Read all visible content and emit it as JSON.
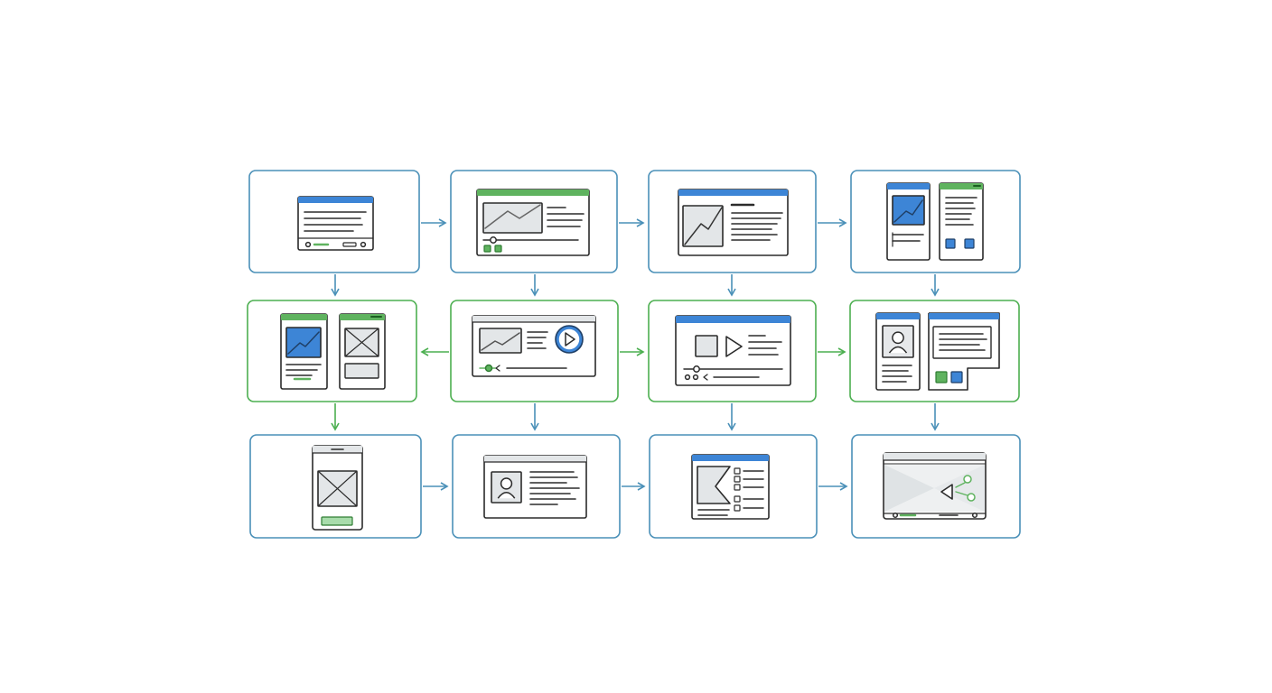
{
  "colors": {
    "blue_frame": "#4a90b8",
    "green_frame": "#4caf50",
    "arrow_blue": "#4a90b8",
    "arrow_green": "#4caf50",
    "wire_stroke": "#2b2b2b",
    "accent_blue": "#3d85d6",
    "accent_green": "#5fb35f",
    "placeholder_fill": "#e3e6e8",
    "light_green": "#a8dcab"
  },
  "screens": [
    {
      "id": "screen-1",
      "kind": "text-panel",
      "frame": "blue"
    },
    {
      "id": "screen-2",
      "kind": "chart-slider",
      "frame": "blue"
    },
    {
      "id": "screen-3",
      "kind": "chart-text",
      "frame": "blue"
    },
    {
      "id": "screen-4",
      "kind": "two-mobile-chart",
      "frame": "blue"
    },
    {
      "id": "screen-5",
      "kind": "two-mobile-image",
      "frame": "green"
    },
    {
      "id": "screen-6",
      "kind": "video-player",
      "frame": "green"
    },
    {
      "id": "screen-7",
      "kind": "media-controls",
      "frame": "green"
    },
    {
      "id": "screen-8",
      "kind": "profile-dashboard",
      "frame": "green"
    },
    {
      "id": "screen-9",
      "kind": "mobile-placeholder",
      "frame": "blue"
    },
    {
      "id": "screen-10",
      "kind": "profile-card",
      "frame": "blue"
    },
    {
      "id": "screen-11",
      "kind": "checklist",
      "frame": "blue"
    },
    {
      "id": "screen-12",
      "kind": "wide-media",
      "frame": "blue"
    }
  ],
  "connections": [
    {
      "from": "screen-1",
      "to": "screen-2",
      "color": "blue"
    },
    {
      "from": "screen-2",
      "to": "screen-3",
      "color": "blue"
    },
    {
      "from": "screen-3",
      "to": "screen-4",
      "color": "blue"
    },
    {
      "from": "screen-1",
      "to": "screen-5",
      "color": "blue"
    },
    {
      "from": "screen-2",
      "to": "screen-6",
      "color": "blue"
    },
    {
      "from": "screen-3",
      "to": "screen-7",
      "color": "blue"
    },
    {
      "from": "screen-4",
      "to": "screen-8",
      "color": "blue"
    },
    {
      "from": "screen-6",
      "to": "screen-5",
      "color": "green"
    },
    {
      "from": "screen-6",
      "to": "screen-7",
      "color": "green"
    },
    {
      "from": "screen-7",
      "to": "screen-8",
      "color": "green"
    },
    {
      "from": "screen-5",
      "to": "screen-9",
      "color": "green"
    },
    {
      "from": "screen-6",
      "to": "screen-10",
      "color": "blue"
    },
    {
      "from": "screen-7",
      "to": "screen-11",
      "color": "blue"
    },
    {
      "from": "screen-8",
      "to": "screen-12",
      "color": "blue"
    },
    {
      "from": "screen-9",
      "to": "screen-10",
      "color": "blue"
    },
    {
      "from": "screen-10",
      "to": "screen-11",
      "color": "blue"
    },
    {
      "from": "screen-11",
      "to": "screen-12",
      "color": "blue"
    }
  ]
}
